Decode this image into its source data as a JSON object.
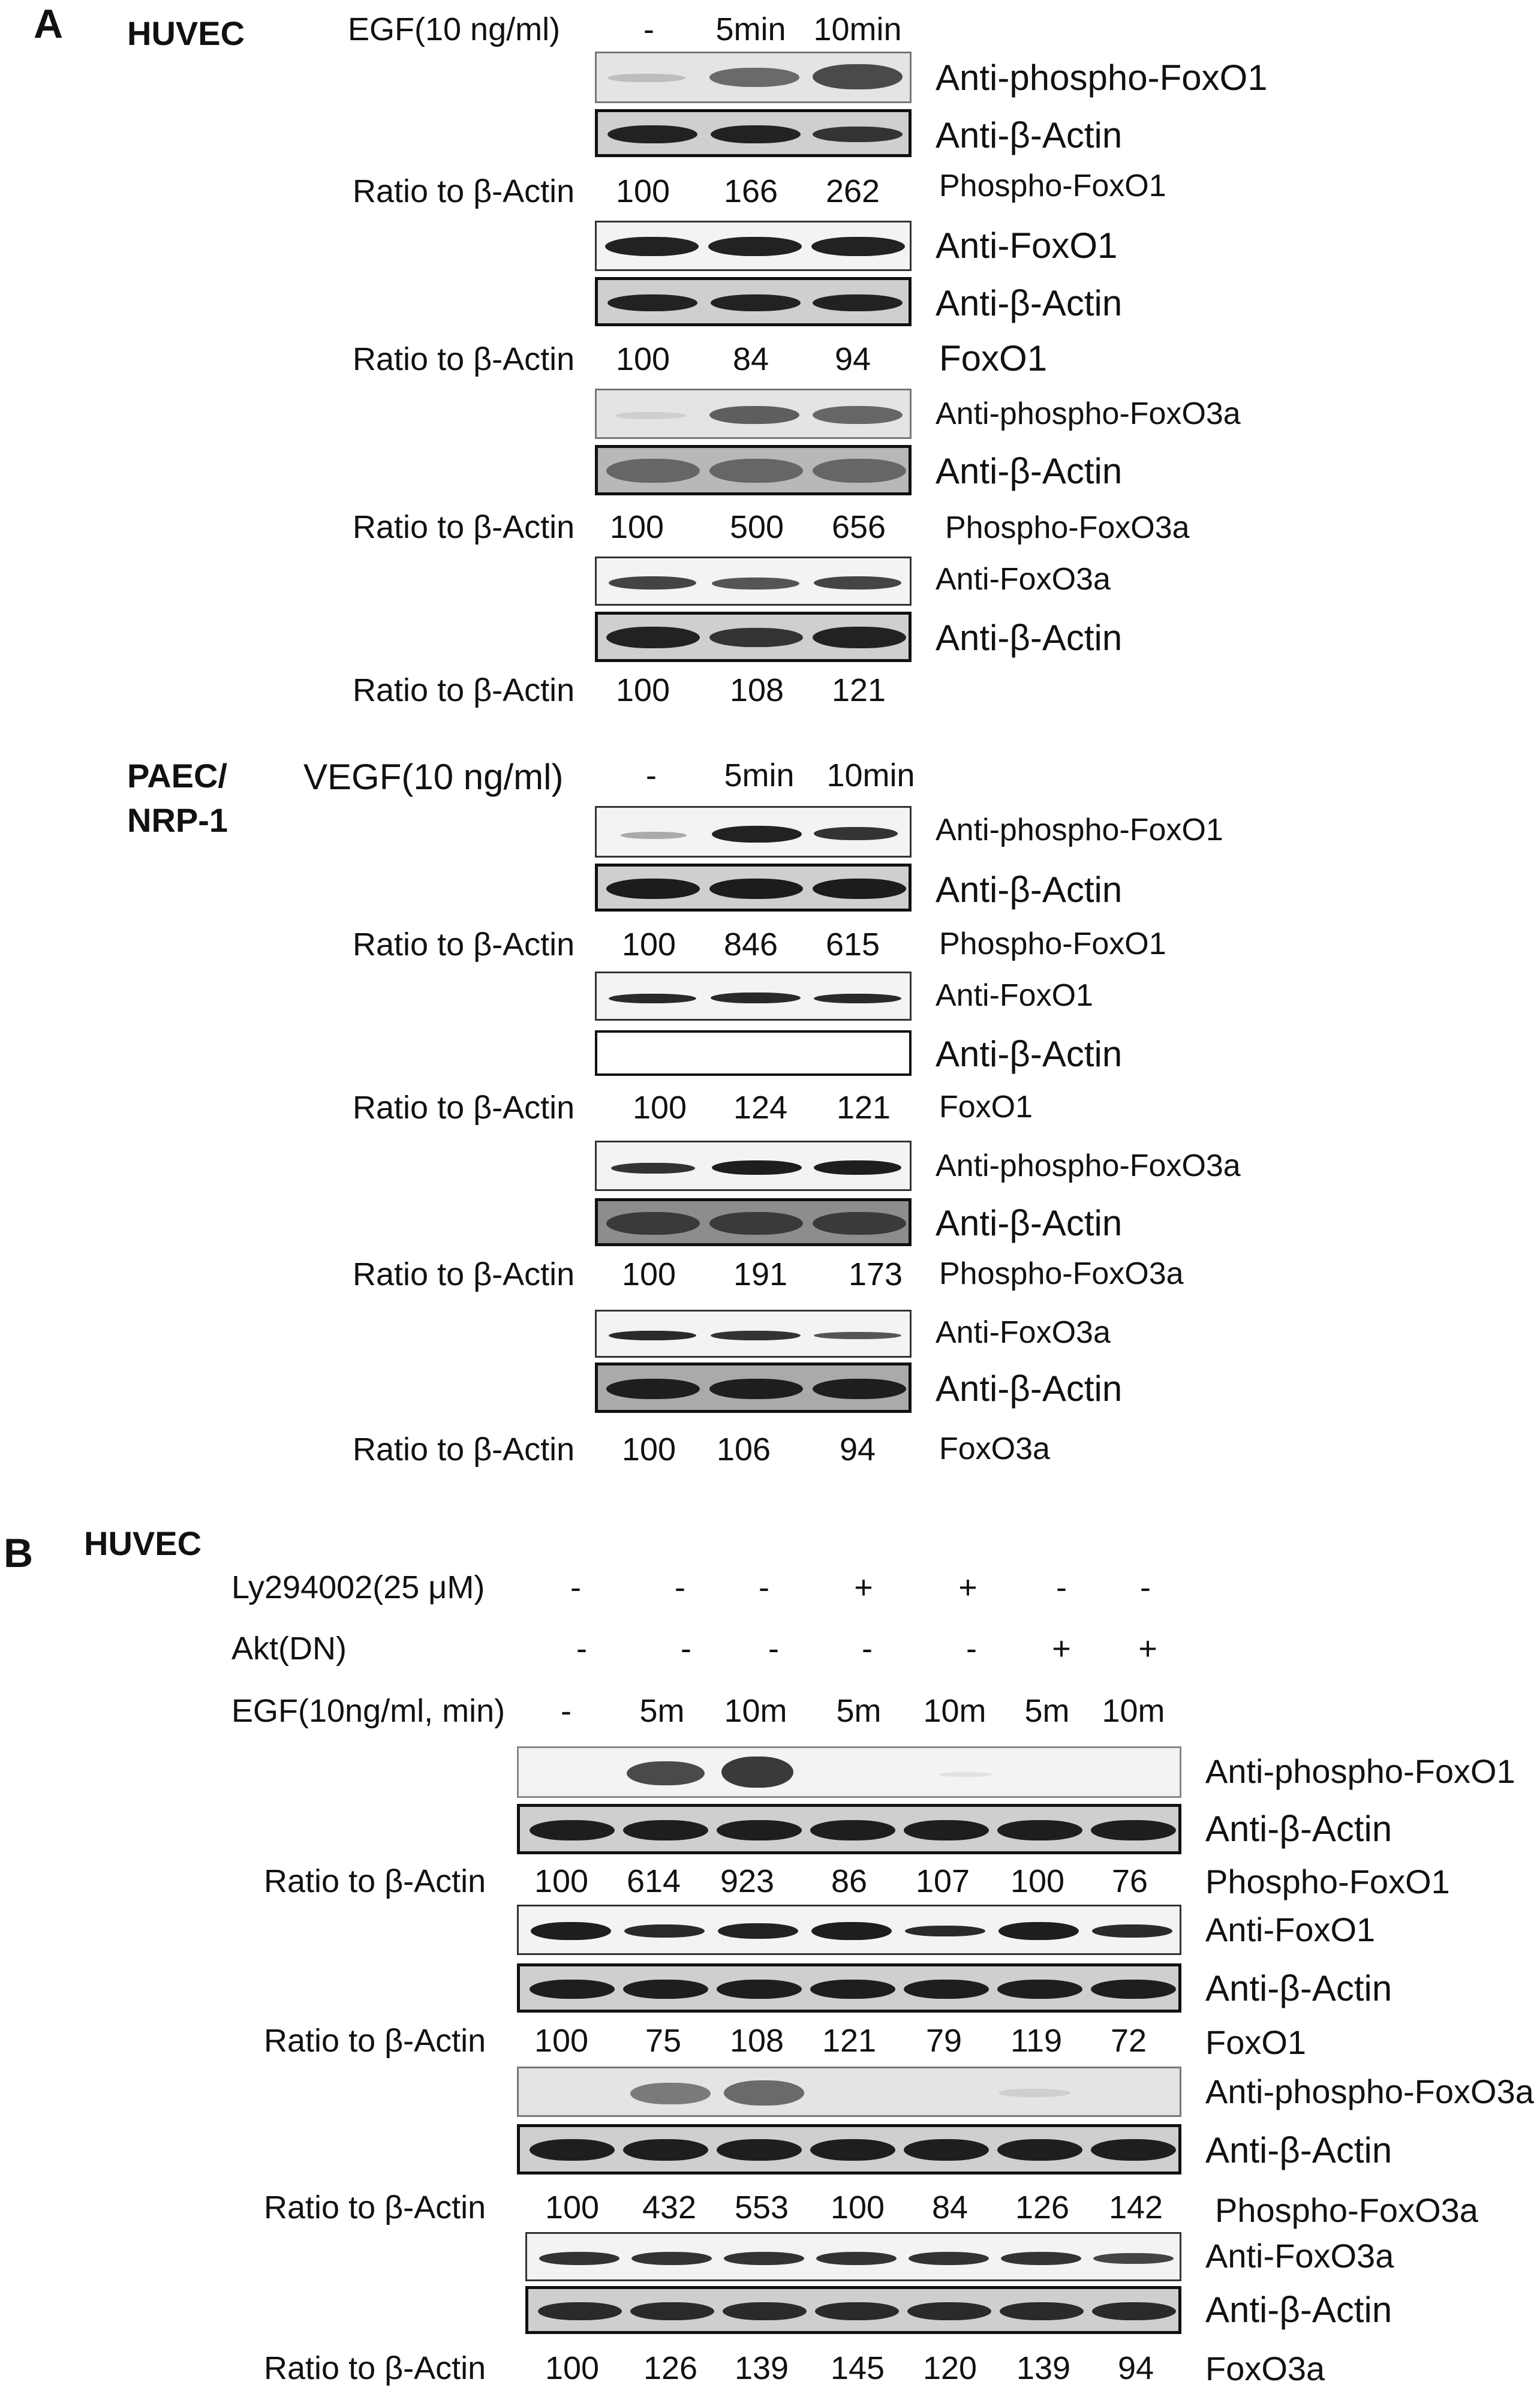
{
  "panel_a": {
    "letter": "A",
    "huvec": {
      "cell_line": "HUVEC",
      "treatment": "EGF(10 ng/ml)",
      "lanes": [
        "-",
        "5min",
        "10min"
      ],
      "ratio_label": "Ratio to β-Actin",
      "blots": [
        {
          "label": "Anti-phospho-FoxO1",
          "actin_label": "Anti-β-Actin",
          "values": [
            "100",
            "166",
            "262"
          ],
          "target": "Phospho-FoxO1"
        },
        {
          "label": "Anti-FoxO1",
          "actin_label": "Anti-β-Actin",
          "values": [
            "100",
            "84",
            "94"
          ],
          "target": "FoxO1"
        },
        {
          "label": "Anti-phospho-FoxO3a",
          "actin_label": "Anti-β-Actin",
          "values": [
            "100",
            "500",
            "656"
          ],
          "target": "Phospho-FoxO3a"
        },
        {
          "label": "Anti-FoxO3a",
          "actin_label": "Anti-β-Actin",
          "values": [
            "100",
            "108",
            "121"
          ],
          "target": ""
        }
      ]
    },
    "paec": {
      "cell_line_line1": "PAEC/",
      "cell_line_line2": "NRP-1",
      "treatment": "VEGF(10 ng/ml)",
      "lanes": [
        "-",
        "5min",
        "10min"
      ],
      "ratio_label": "Ratio to β-Actin",
      "blots": [
        {
          "label": "Anti-phospho-FoxO1",
          "actin_label": "Anti-β-Actin",
          "values": [
            "100",
            "846",
            "615"
          ],
          "target": "Phospho-FoxO1"
        },
        {
          "label": "Anti-FoxO1",
          "actin_label": "Anti-β-Actin",
          "values": [
            "100",
            "124",
            "121"
          ],
          "target": "FoxO1"
        },
        {
          "label": "Anti-phospho-FoxO3a",
          "actin_label": "Anti-β-Actin",
          "values": [
            "100",
            "191",
            "173"
          ],
          "target": "Phospho-FoxO3a"
        },
        {
          "label": "Anti-FoxO3a",
          "actin_label": "Anti-β-Actin",
          "values": [
            "100",
            "106",
            "94"
          ],
          "target": "FoxO3a"
        }
      ]
    }
  },
  "panel_b": {
    "letter": "B",
    "cell_line": "HUVEC",
    "row_labels": [
      "Ly294002(25 μM)",
      "Akt(DN)",
      "EGF(10ng/ml, min)"
    ],
    "ly_signs": [
      "-",
      "-",
      "-",
      "+",
      "+",
      "-",
      "-"
    ],
    "akt_signs": [
      "-",
      "-",
      "-",
      "-",
      "-",
      "+",
      "+"
    ],
    "egf_lanes": [
      "-",
      "5m",
      "10m",
      "5m",
      "10m",
      "5m",
      "10m"
    ],
    "ratio_label": "Ratio to β-Actin",
    "blots": [
      {
        "label": "Anti-phospho-FoxO1",
        "actin_label": "Anti-β-Actin",
        "values": [
          "100",
          "614",
          "923",
          "86",
          "107",
          "100",
          "76"
        ],
        "target": "Phospho-FoxO1"
      },
      {
        "label": "Anti-FoxO1",
        "actin_label": "Anti-β-Actin",
        "values": [
          "100",
          "75",
          "108",
          "121",
          "79",
          "119",
          "72"
        ],
        "target": "FoxO1"
      },
      {
        "label": "Anti-phospho-FoxO3a",
        "actin_label": "Anti-β-Actin",
        "values": [
          "100",
          "432",
          "553",
          "100",
          "84",
          "126",
          "142"
        ],
        "target": "Phospho-FoxO3a"
      },
      {
        "label": "Anti-FoxO3a",
        "actin_label": "Anti-β-Actin",
        "values": [
          "100",
          "126",
          "139",
          "145",
          "120",
          "139",
          "94"
        ],
        "target": "FoxO3a"
      }
    ]
  },
  "colors": {
    "band": "#1a1a1a",
    "actin_bg": "#cfcfcf",
    "blot_bg": "#f3f3f3"
  }
}
